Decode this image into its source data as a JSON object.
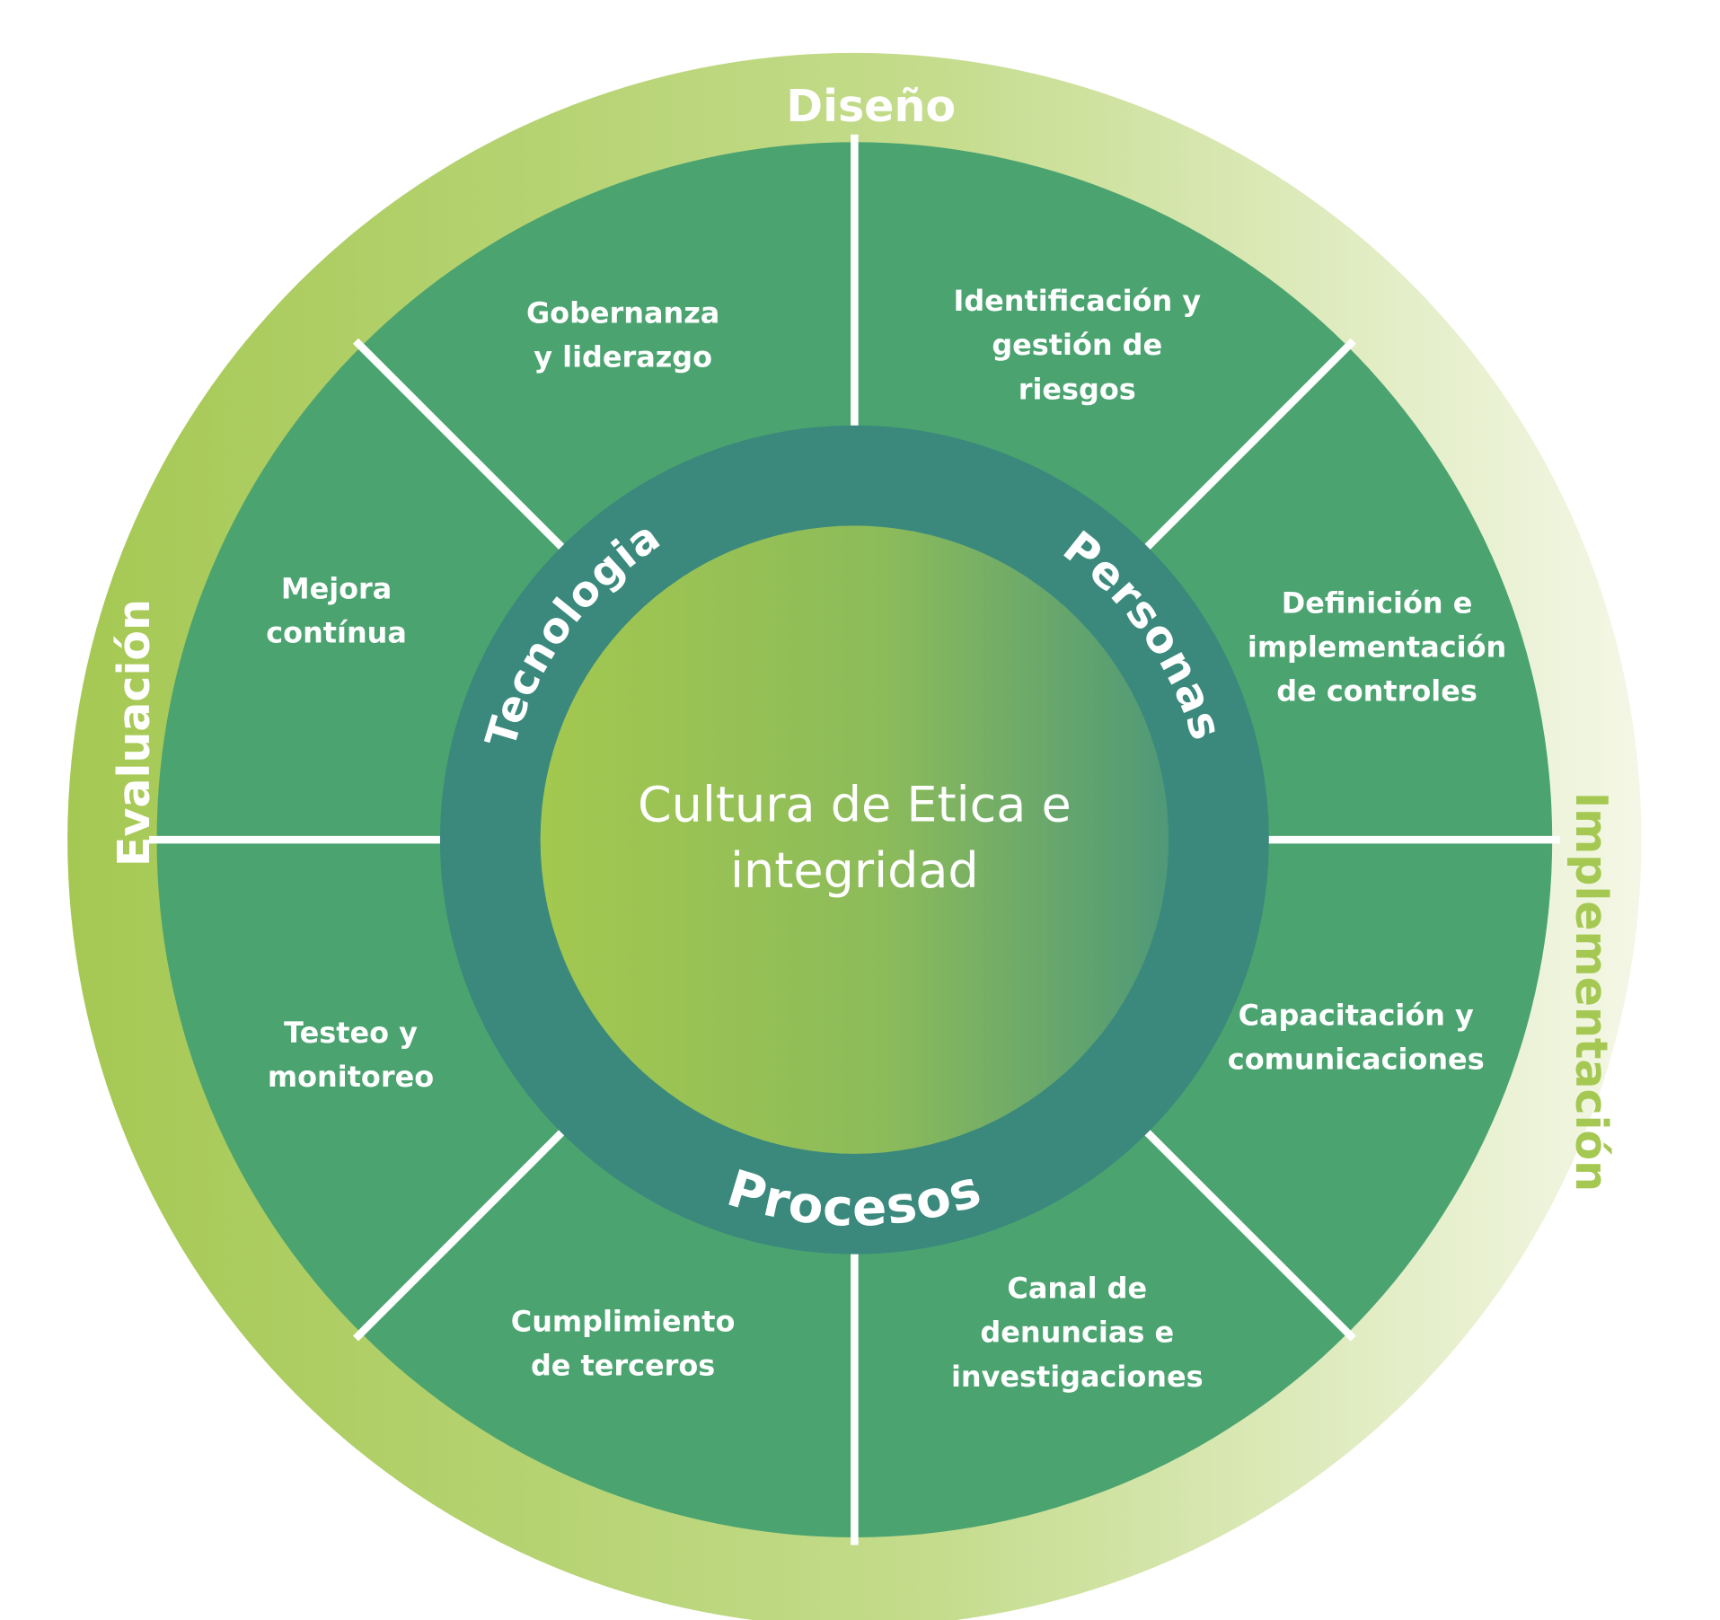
{
  "colors": {
    "outer_ring_left": "#a5c853",
    "outer_ring_right": "#f4f7e6",
    "segment_fill": "#4ba370",
    "teal_ring": "#3a897c",
    "core_left": "#a3c850",
    "core_right": "#4f9978",
    "divider": "#ffffff",
    "implementation_text": "#a5c853"
  },
  "phases": {
    "top": "Diseño",
    "left": "Evaluación",
    "right": "Implementación"
  },
  "pillars": {
    "tecnologia": "Tecnologia",
    "personas": "Personas",
    "procesos": "Procesos"
  },
  "center": {
    "line1": "Cultura de Etica e",
    "line2": "integridad"
  },
  "segments": [
    {
      "lines": [
        "Gobernanza",
        "y liderazgo"
      ]
    },
    {
      "lines": [
        "Identificación y",
        "gestión de",
        "riesgos"
      ]
    },
    {
      "lines": [
        "Definición e",
        "implementación",
        "de controles"
      ]
    },
    {
      "lines": [
        "Capacitación y",
        "comunicaciones"
      ]
    },
    {
      "lines": [
        "Canal de",
        "denuncias e",
        "investigaciones"
      ]
    },
    {
      "lines": [
        "Cumplimiento",
        "de terceros"
      ]
    },
    {
      "lines": [
        "Testeo y",
        "monitoreo"
      ]
    },
    {
      "lines": [
        "Mejora",
        "contínua"
      ]
    }
  ]
}
